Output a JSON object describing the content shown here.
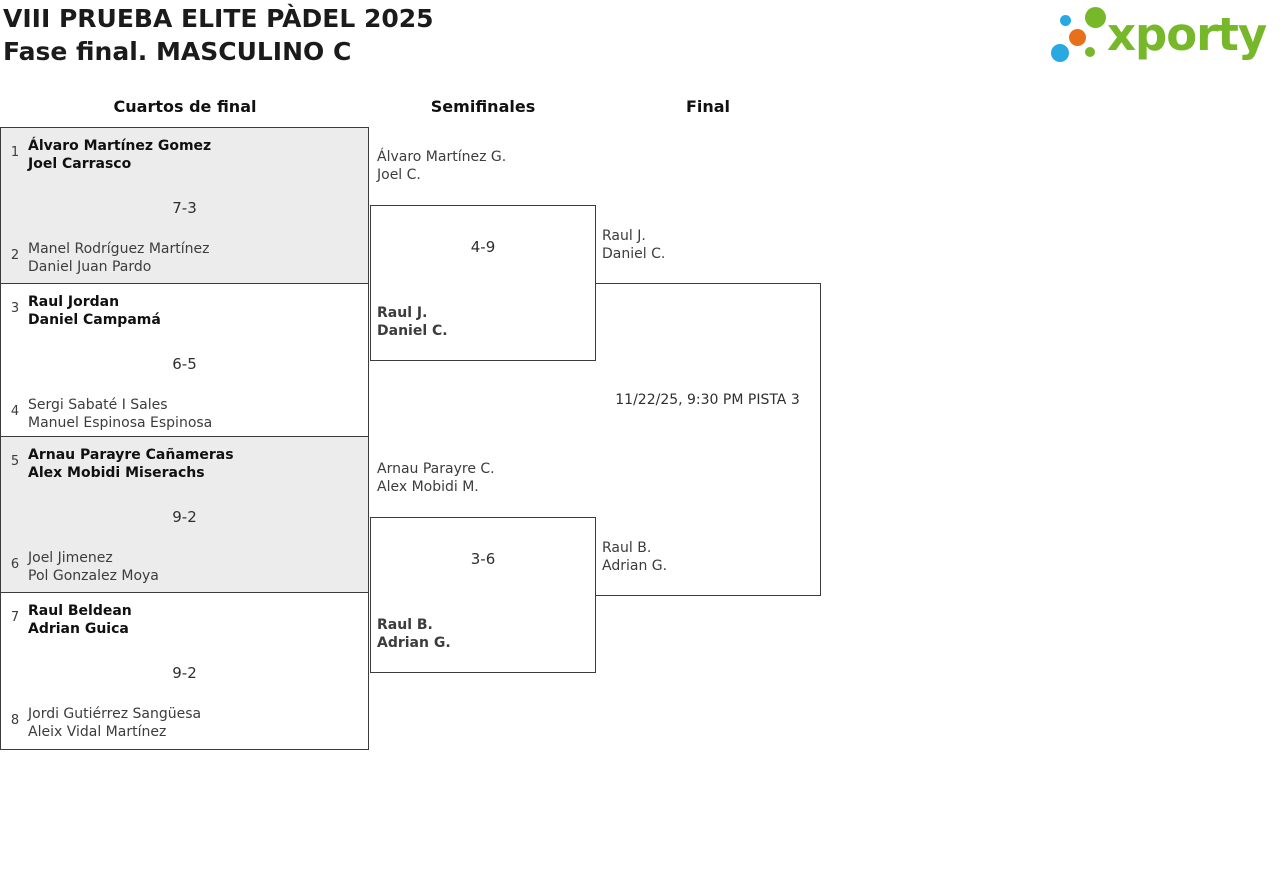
{
  "title": {
    "line1": "VIII PRUEBA ELITE PÀDEL 2025",
    "line2": "Fase final. MASCULINO C"
  },
  "logo": {
    "text": "xporty",
    "green": "#76b82a",
    "blue": "#29a9e1",
    "orange": "#e8701a"
  },
  "rounds": {
    "quarterfinals": "Cuartos de final",
    "semifinals": "Semifinales",
    "final": "Final"
  },
  "qf": [
    {
      "seed_top": "1",
      "seed_bottom": "2",
      "top": {
        "line1": "Álvaro Martínez Gomez",
        "line2": "Joel Carrasco",
        "winner": true
      },
      "bottom": {
        "line1": "Manel Rodríguez Martínez",
        "line2": "Daniel Juan Pardo",
        "winner": false
      },
      "score": "7-3"
    },
    {
      "seed_top": "3",
      "seed_bottom": "4",
      "top": {
        "line1": "Raul Jordan",
        "line2": "Daniel Campamá",
        "winner": true
      },
      "bottom": {
        "line1": "Sergi Sabaté I Sales",
        "line2": "Manuel Espinosa Espinosa",
        "winner": false
      },
      "score": "6-5"
    },
    {
      "seed_top": "5",
      "seed_bottom": "6",
      "top": {
        "line1": "Arnau Parayre Cañameras",
        "line2": "Alex Mobidi Miserachs",
        "winner": true
      },
      "bottom": {
        "line1": "Joel Jimenez",
        "line2": "Pol Gonzalez Moya",
        "winner": false
      },
      "score": "9-2"
    },
    {
      "seed_top": "7",
      "seed_bottom": "8",
      "top": {
        "line1": "Raul Beldean",
        "line2": "Adrian Guica",
        "winner": true
      },
      "bottom": {
        "line1": "Jordi Gutiérrez Sangüesa",
        "line2": "Aleix Vidal Martínez",
        "winner": false
      },
      "score": "9-2"
    }
  ],
  "sf": [
    {
      "top": {
        "line1": "Álvaro Martínez G.",
        "line2": "Joel C.",
        "winner": false
      },
      "bottom": {
        "line1": "Raul J.",
        "line2": "Daniel C.",
        "winner": true
      },
      "score": "4-9"
    },
    {
      "top": {
        "line1": "Arnau Parayre C.",
        "line2": "Alex Mobidi M.",
        "winner": false
      },
      "bottom": {
        "line1": "Raul B.",
        "line2": "Adrian G.",
        "winner": true
      },
      "score": "3-6"
    }
  ],
  "final": {
    "top": {
      "line1": "Raul J.",
      "line2": "Daniel C."
    },
    "bottom": {
      "line1": "Raul B.",
      "line2": "Adrian G."
    },
    "schedule": "11/22/25, 9:30 PM PISTA 3"
  },
  "colors": {
    "box_border": "#3c3c3c",
    "shaded_fill": "#ececec",
    "text": "#3c3c3c",
    "winner_text": "#101010"
  }
}
